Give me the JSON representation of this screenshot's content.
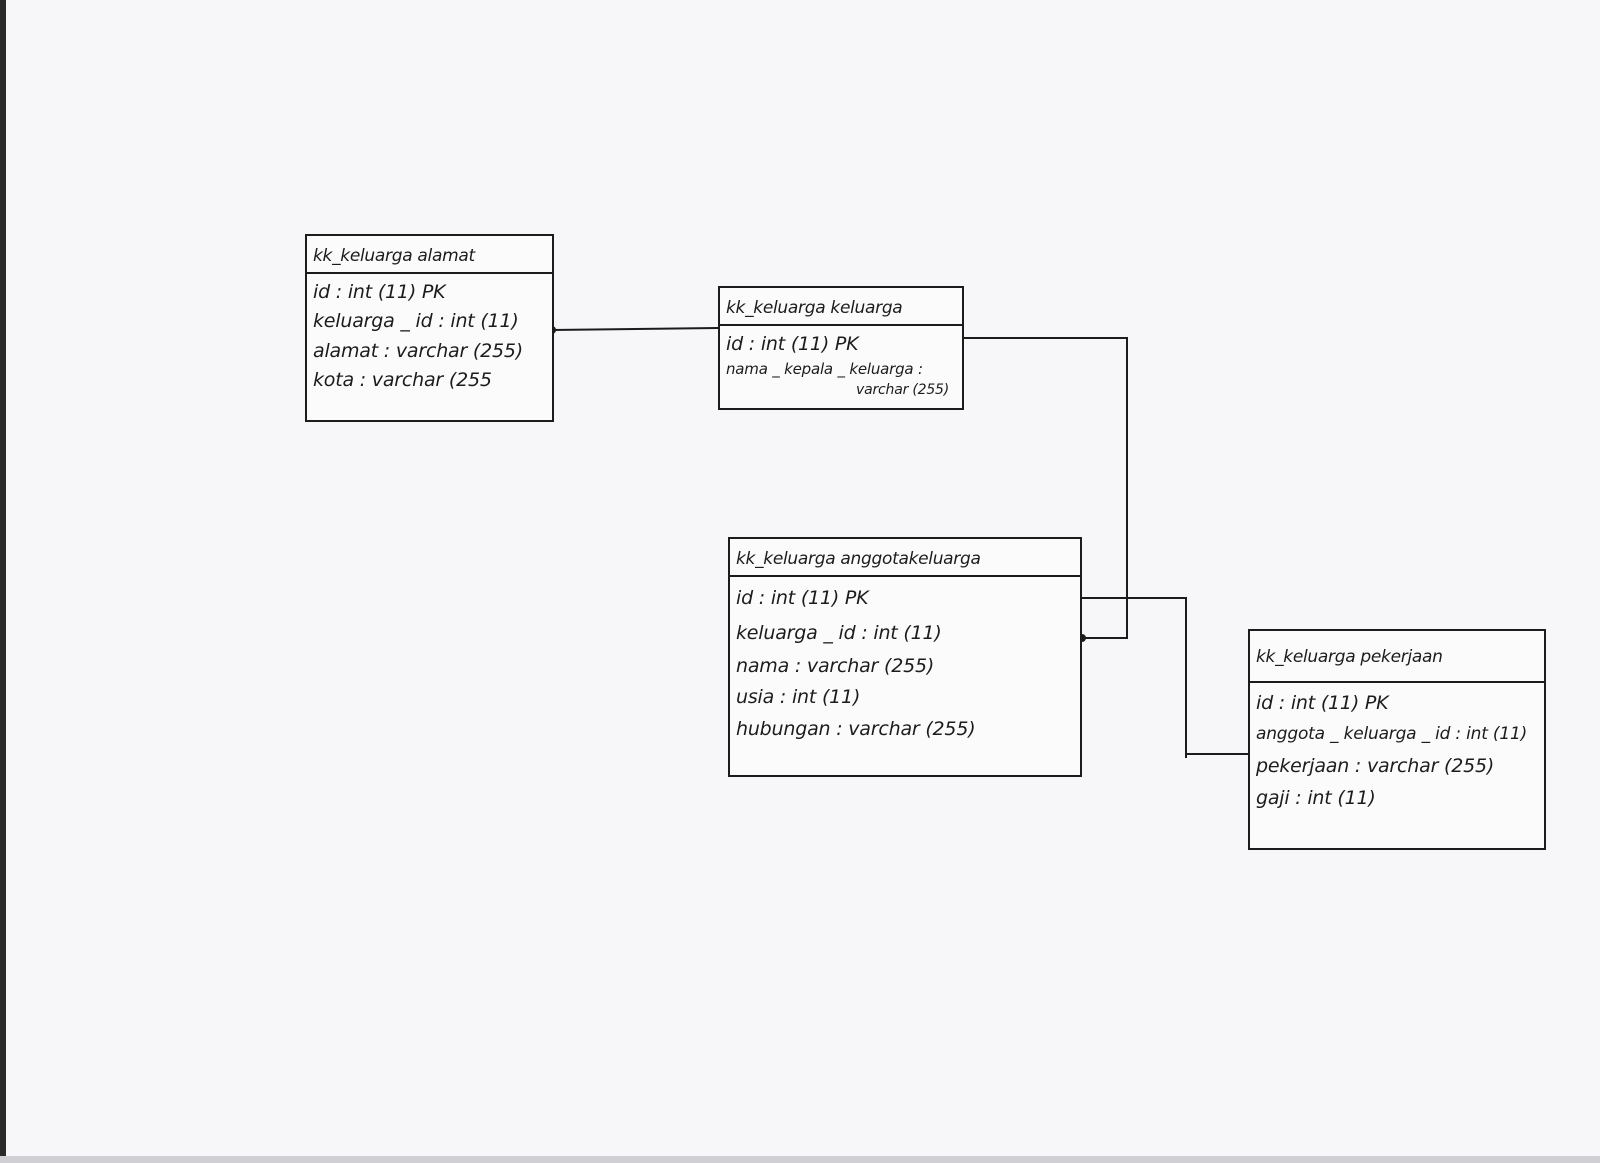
{
  "entities": {
    "alamat": {
      "title": "kk_keluarga  alamat",
      "attributes": [
        "id : int (11)  PK",
        "keluarga _ id : int (11)",
        "alamat : varchar (255)",
        "kota  :  varchar (255"
      ]
    },
    "keluarga": {
      "title": "kk_keluarga   keluarga",
      "attributes": [
        "id : int (11)  PK",
        "nama _ kepala _ keluarga :",
        "varchar (255)"
      ]
    },
    "anggota": {
      "title": "kk_keluarga    anggotakeluarga",
      "attributes": [
        "id : int (11)  PK",
        "keluarga _ id : int (11)",
        "nama : varchar (255)",
        "usia : int (11)",
        "hubungan : varchar (255)"
      ]
    },
    "pekerjaan": {
      "title": "kk_keluarga    pekerjaan",
      "attributes": [
        "id : int (11)  PK",
        "anggota _ keluarga _ id : int (11)",
        "pekerjaan : varchar (255)",
        "gaji : int (11)"
      ]
    }
  },
  "colors": {
    "ink": "#1c1c1c",
    "paper": "#f7f7f9"
  }
}
